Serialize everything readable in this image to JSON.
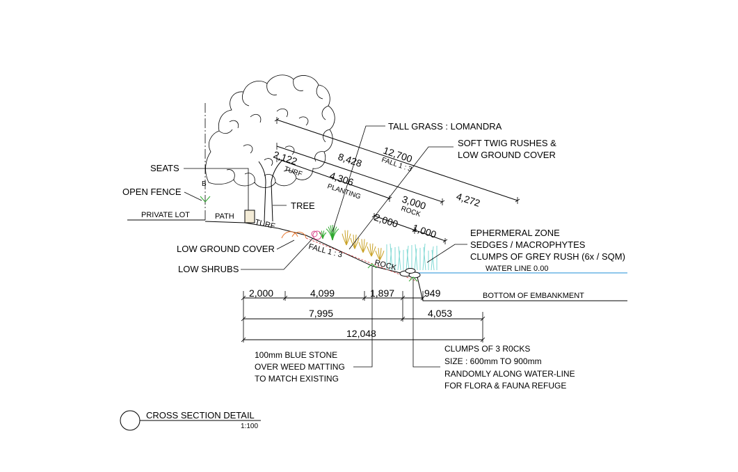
{
  "callouts": {
    "seats": "SEATS",
    "open_fence": "OPEN FENCE",
    "private_lot": "PRIVATE LOT",
    "path": "PATH",
    "tree": "TREE",
    "turf_bank": "TURF",
    "low_ground_cover": "LOW GROUND COVER",
    "low_shrubs": "LOW SHRUBS",
    "tall_grass": "TALL GRASS : LOMANDRA",
    "soft_twig_1": "SOFT TWIG RUSHES &",
    "soft_twig_2": "LOW GROUND COVER",
    "ephemeral_1": "EPHERMERAL ZONE",
    "ephemeral_2": "SEDGES / MACROPHYTES",
    "ephemeral_3": "CLUMPS OF GREY RUSH (6x / SQM)",
    "water_line": "WATER LINE  0.00",
    "bottom_embankment": "BOTTOM OF EMBANKMENT",
    "rock_bank": "ROCK",
    "fall_bank": "FALL 1 : 3",
    "grid_b": "B",
    "blue_stone_1": "100mm BLUE STONE",
    "blue_stone_2": "OVER WEED MATTING",
    "blue_stone_3": "TO MATCH EXISTING",
    "rocks_1": "CLUMPS OF 3 R0CKS",
    "rocks_2": "SIZE : 600mm TO 900mm",
    "rocks_3": "RANDOMLY ALONG WATER-LINE",
    "rocks_4": "FOR FLORA & FAUNA REFUGE"
  },
  "slope_dims": {
    "total": "12,700",
    "fall": "FALL 1 : 3",
    "d8428": "8,428",
    "d4272": "4,272",
    "d2122": "2,122",
    "turf": "TURF",
    "d4306": "4,306",
    "planting": "PLANTING",
    "d3000": "3,000",
    "rock": "ROCK",
    "d2000": "2,000",
    "d1000": "1,000"
  },
  "horizontal_dims": {
    "row1": [
      "2,000",
      "4,099",
      "1,897",
      "949"
    ],
    "row2": [
      "7,995",
      "4,053"
    ],
    "row3": "12,048"
  },
  "title": {
    "name": "CROSS SECTION DETAIL",
    "scale": "1:100"
  },
  "colors": {
    "line": "#000000",
    "water": "#4aa3df",
    "grass_green": "#2ea82e",
    "rush_gold": "#c9a227",
    "sedge_cyan": "#7fd9d4",
    "shrub_orange": "#e8742a",
    "shrub_pink": "#d94a8c",
    "embankment_red": "#cc3333"
  }
}
